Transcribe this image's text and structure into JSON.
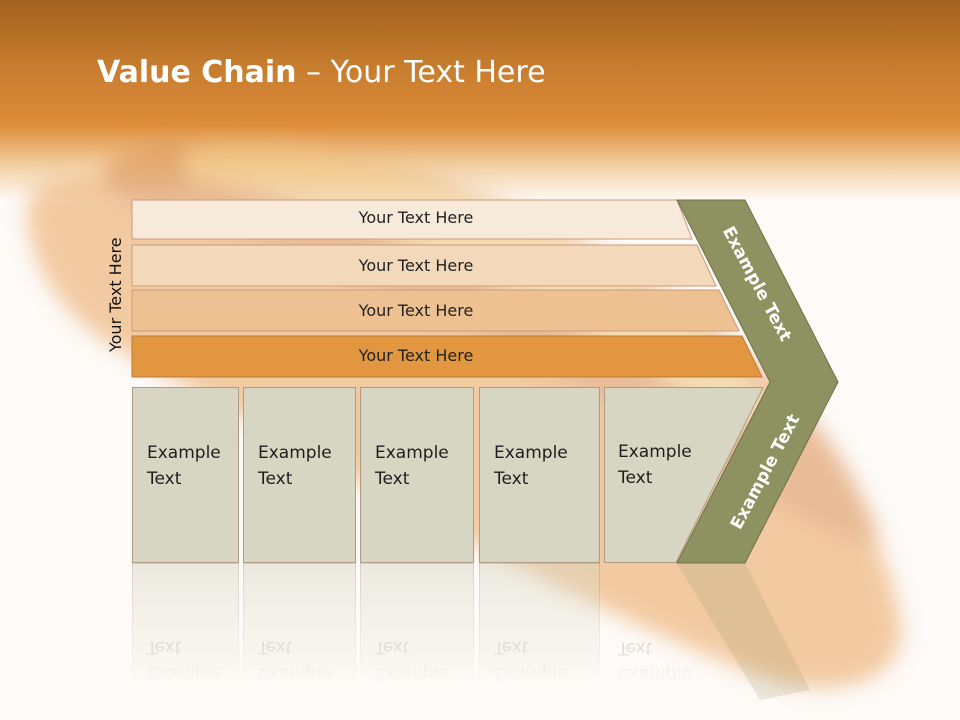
{
  "title": {
    "bold": "Value Chain",
    "rest": " – Your Text Here"
  },
  "side_label": "Your Text Here",
  "bands": [
    {
      "label": "Your Text Here",
      "color": "#f8eadb"
    },
    {
      "label": "Your Text Here",
      "color": "#f3d8ba"
    },
    {
      "label": "Your Text Here",
      "color": "#eec193"
    },
    {
      "label": "Your Text Here",
      "color": "#e2963f"
    }
  ],
  "boxes": [
    {
      "label": "Example Text"
    },
    {
      "label": "Example Text"
    },
    {
      "label": "Example Text"
    },
    {
      "label": "Example Text"
    },
    {
      "label": "Example Text"
    }
  ],
  "chevron": {
    "upper_label": "Example Text",
    "lower_label": "Example Text",
    "color": "#8e9160"
  },
  "colors": {
    "box_fill": "#d6d6c2",
    "box_border": "#b09a86",
    "header_accent": "#de8d39"
  }
}
